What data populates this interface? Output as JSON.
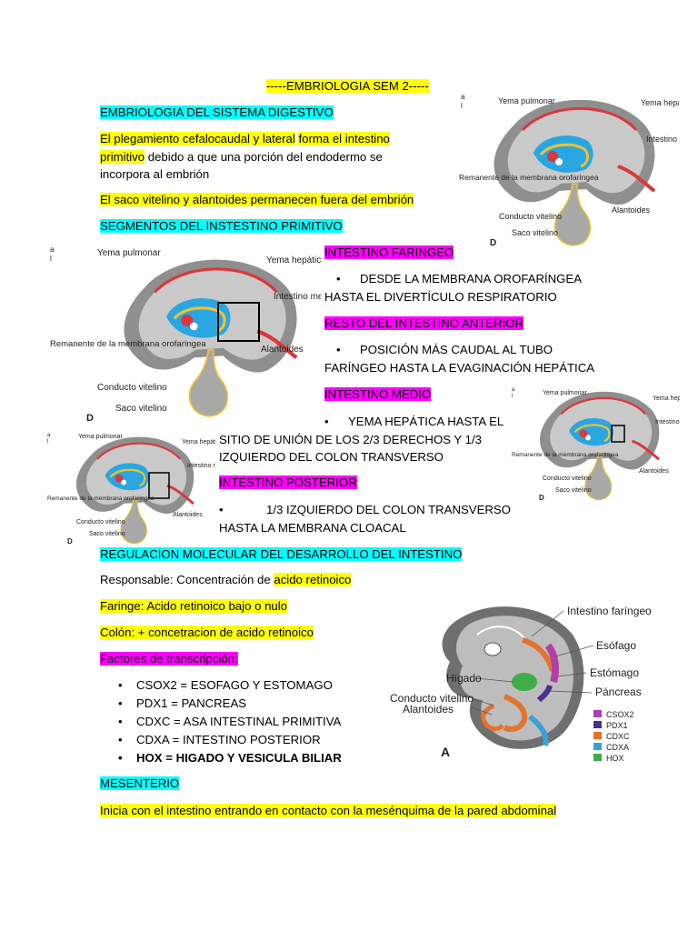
{
  "doc": {
    "header": "-----EMBRIOLOGIA SEM 2-----",
    "sec1_title": "EMBRIOLOGIA DEL SISTEMA DIGESTIVO",
    "p1_a": "El plegamiento cefalocaudal y lateral",
    "p1_b": "forma el intestino",
    "p1_c": "primitivo",
    "p1_d": "debido a que una porción del endodermo se",
    "p1_e": "incorpora al embrión",
    "p2": "El saco vitelino y alantoides permanecen fuera del embrión",
    "sec2_title": "SEGMENTOS DEL INSTESTINO PRIMITIVO",
    "faringeo_title": "INTESTINO FARINGEO",
    "faringeo_b1_l1": "DESDE LA MEMBRANA OROFARÍNGEA",
    "faringeo_b1_l2": "HASTA EL DIVERTÍCULO RESPIRATORIO",
    "anterior_title": "RESTO DEL INTESTINO ANTERIOR",
    "anterior_b1_l1": "POSICIÓN MÁS CAUDAL AL TUBO",
    "anterior_b1_l2": "FARÍNGEO HASTA LA EVAGINACIÓN HEPÁTICA",
    "medio_title": "INTESTINO MEDIO",
    "medio_b1_l1": "YEMA HEPÁTICA HASTA EL",
    "medio_b1_l2": "SITIO DE UNIÓN DE LOS 2/3 DERECHOS Y 1/3",
    "medio_b1_l3": "IZQUIERDO DEL COLON TRANSVERSO",
    "posterior_title": "INTESTINO POSTERIOR",
    "posterior_b1_l1": "1/3 IZQUIERDO DEL COLON TRANSVERSO",
    "posterior_b1_l2": "HASTA LA MEMBRANA CLOACAL",
    "sec3_title": "REGULACION MOLECULAR DEL DESARROLLO DEL INTESTINO",
    "resp_a": "Responsable: Concentración de",
    "resp_b": "acido retinoico",
    "faringe": "Faringe: Acido retinoico bajo o nulo",
    "colon": "Colón: + concetracion de acido retinoico",
    "factores_title": "Factores de transcripción:",
    "factores": [
      "CSOX2 = ESOFAGO Y ESTOMAGO",
      "PDX1 = PANCREAS",
      "CDXC = ASA INTESTINAL PRIMITIVA",
      "CDXA = INTESTINO POSTERIOR",
      "HOX = HIGADO Y VESICULA BILIAR"
    ],
    "mesenterio_title": "MESENTERIO",
    "mesenterio_text": "Inicia con el intestino entrando en contacto con la mesénquima de la pared abdominal",
    "bullet": "•"
  },
  "figure_labels": {
    "yema_pulmonar": "Yema pulmonar",
    "yema_hepatica": "Yema hepática",
    "intestino_medio": "Intestino medio",
    "remanente": "Remanente de la membrana orofaríngea",
    "alantoides": "Alantoides",
    "conducto_vitelino": "Conducto vitelino",
    "saco_vitelino": "Saco vitelino",
    "panel_d": "D",
    "corner_a": "a",
    "corner_l": "l"
  },
  "figure2_labels": {
    "intestino_faringeo": "Intestino faríngeo",
    "esofago": "Esófago",
    "estomago": "Estómago",
    "higado": "Hígado",
    "pancreas": "Páncreas",
    "conducto_vitelino": "Conducto vitelino",
    "alantoides": "Alantoides",
    "panel_a": "A",
    "legend": [
      {
        "name": "CSOX2",
        "color": "#b13fa8"
      },
      {
        "name": "PDX1",
        "color": "#4a2f8f"
      },
      {
        "name": "CDXC",
        "color": "#e2742e"
      },
      {
        "name": "CDXA",
        "color": "#3aa0d8"
      },
      {
        "name": "HOX",
        "color": "#3fae4a"
      }
    ]
  },
  "colors": {
    "highlight_yellow": "#ffff00",
    "highlight_cyan": "#00ffff",
    "highlight_magenta": "#ff00ff",
    "embryo_gray": "#9a9a9a",
    "mesoderm_red": "#d9383c",
    "endoderm_blue": "#29a6e0",
    "gut_yellow": "#f2c12e"
  }
}
